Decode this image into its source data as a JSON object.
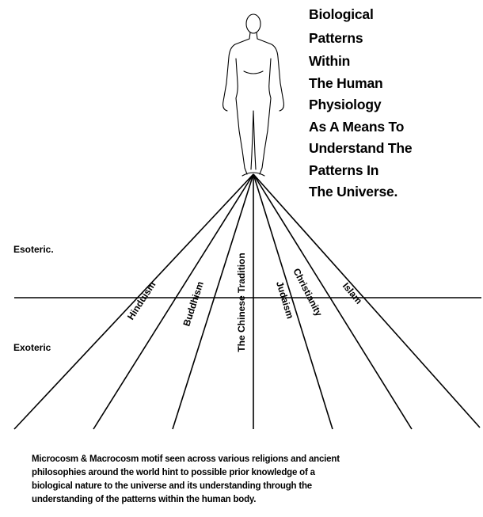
{
  "title_lines": [
    "Biological",
    "Patterns",
    "Within",
    "The Human",
    "Physiology",
    "As A Means To",
    "Understand The",
    "Patterns In",
    "The Universe."
  ],
  "labels": {
    "esoteric": "Esoteric.",
    "exoteric": "Exoteric"
  },
  "traditions": [
    "Hinduism",
    "Buddhism",
    "The Chinese Tradition",
    "Judaism",
    "Christianity",
    "Islam"
  ],
  "caption_lines": [
    "Microcosm & Macrocosm motif seen across various religions and ancient",
    "philosophies around the world hint to possible prior knowledge of a",
    "biological nature to the universe and its understanding through the",
    "understanding of the patterns within the human body."
  ]
}
